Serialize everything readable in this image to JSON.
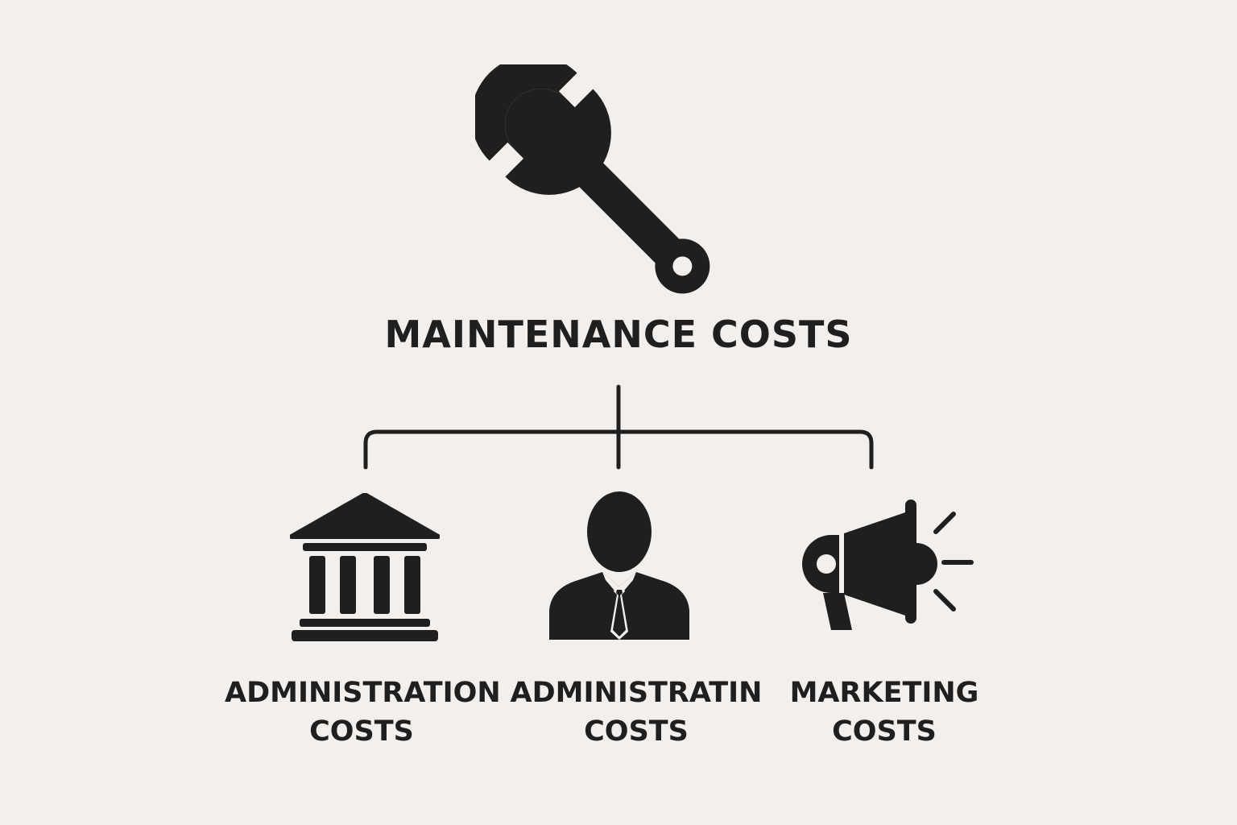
{
  "diagram": {
    "root": {
      "icon": "wrench-icon",
      "label": "MAINTENANCE COSTS"
    },
    "children": [
      {
        "icon": "building-icon",
        "line1": "ADMINISTRATION",
        "line2": "COSTS"
      },
      {
        "icon": "person-icon",
        "line1": "ADMINISTRATIN",
        "line2": "COSTS"
      },
      {
        "icon": "megaphone-icon",
        "line1": "MARKETING",
        "line2": "COSTS"
      }
    ]
  },
  "colors": {
    "background": "#f2efec",
    "ink": "#1f1f1f"
  }
}
